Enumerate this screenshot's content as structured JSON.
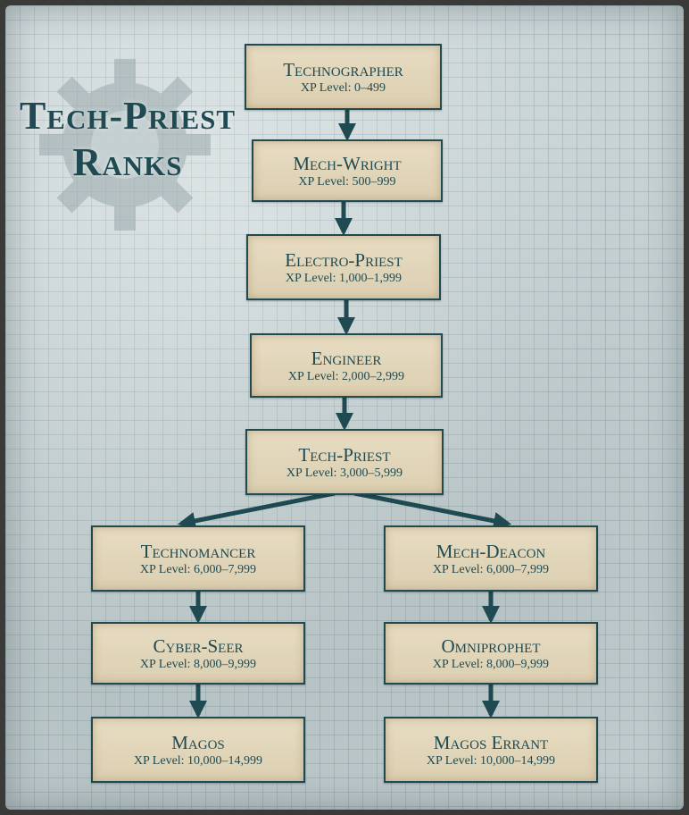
{
  "title": {
    "line1": "Tech-Priest",
    "line2": "Ranks"
  },
  "colors": {
    "accent": "#1f4a52",
    "box_fill": "#e2d6bb",
    "background": "#c9d3d4"
  },
  "nodes": [
    {
      "id": "technographer",
      "name": "Technographer",
      "xp": "XP Level: 0–499"
    },
    {
      "id": "mech-wright",
      "name": "Mech-Wright",
      "xp": "XP Level: 500–999"
    },
    {
      "id": "electro-priest",
      "name": "Electro-Priest",
      "xp": "XP Level: 1,000–1,999"
    },
    {
      "id": "engineer",
      "name": "Engineer",
      "xp": "XP Level: 2,000–2,999"
    },
    {
      "id": "tech-priest",
      "name": "Tech-Priest",
      "xp": "XP Level: 3,000–5,999"
    },
    {
      "id": "technomancer",
      "name": "Technomancer",
      "xp": "XP Level: 6,000–7,999"
    },
    {
      "id": "cyber-seer",
      "name": "Cyber-Seer",
      "xp": "XP Level: 8,000–9,999"
    },
    {
      "id": "magos",
      "name": "Magos",
      "xp": "XP Level: 10,000–14,999"
    },
    {
      "id": "mech-deacon",
      "name": "Mech-Deacon",
      "xp": "XP Level: 6,000–7,999"
    },
    {
      "id": "omniprophet",
      "name": "Omniprophet",
      "xp": "XP Level: 8,000–9,999"
    },
    {
      "id": "magos-errant",
      "name": "Magos Errant",
      "xp": "XP Level: 10,000–14,999"
    }
  ],
  "edges": [
    {
      "from": "technographer",
      "to": "mech-wright"
    },
    {
      "from": "mech-wright",
      "to": "electro-priest"
    },
    {
      "from": "electro-priest",
      "to": "engineer"
    },
    {
      "from": "engineer",
      "to": "tech-priest"
    },
    {
      "from": "tech-priest",
      "to": "technomancer"
    },
    {
      "from": "technomancer",
      "to": "cyber-seer"
    },
    {
      "from": "cyber-seer",
      "to": "magos"
    },
    {
      "from": "tech-priest",
      "to": "mech-deacon"
    },
    {
      "from": "mech-deacon",
      "to": "omniprophet"
    },
    {
      "from": "omniprophet",
      "to": "magos-errant"
    }
  ]
}
